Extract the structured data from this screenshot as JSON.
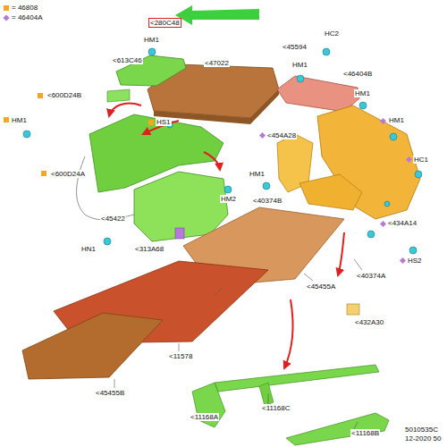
{
  "diagram": {
    "labels": [
      "<280C48",
      "HM1",
      "<613C46",
      "<47022",
      "<600D24B",
      "HM1",
      "HS1",
      "<600D24A",
      "<45422",
      "HN1",
      "<313A68",
      "HM2",
      "<45594",
      "HC2",
      "HM1",
      "<46404B",
      "HM1",
      "HM1",
      "<454A28",
      "HM1",
      "HC1",
      "<40374B",
      "<434A14",
      "HS2",
      "<40374A",
      "<432A30",
      "<45455A",
      "<11578",
      "<45455B",
      "<11168A",
      "<11168C",
      "<11168B",
      "5010535C",
      "12-2020 50"
    ],
    "legend": [
      {
        "text": "= 46808",
        "color": "#f5a623"
      },
      {
        "text": "= 46404A",
        "color": "#b57bd6"
      }
    ]
  }
}
